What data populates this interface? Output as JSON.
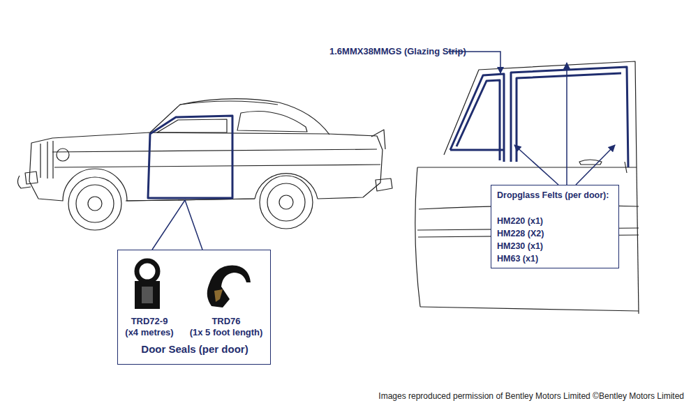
{
  "diagram": {
    "nodes": [
      {
        "text": [
          "TRD72-9",
          "(x4 metres)",
          "TRD76",
          "(1x 5 foot length)",
          "Door Seals (per door)"
        ]
      },
      {
        "text": [
          "Dropglass Felts (per door):",
          "HM220 (x1)",
          "HM228 (X2)",
          "HM230 (x1)",
          "HM63 (x1)"
        ]
      }
    ],
    "labels": [
      "1.6MMX38MMGS (Glazing Strip)",
      "Images reproduced permission of Bentley Motors Limited ©Bentley Motors Limited"
    ]
  }
}
